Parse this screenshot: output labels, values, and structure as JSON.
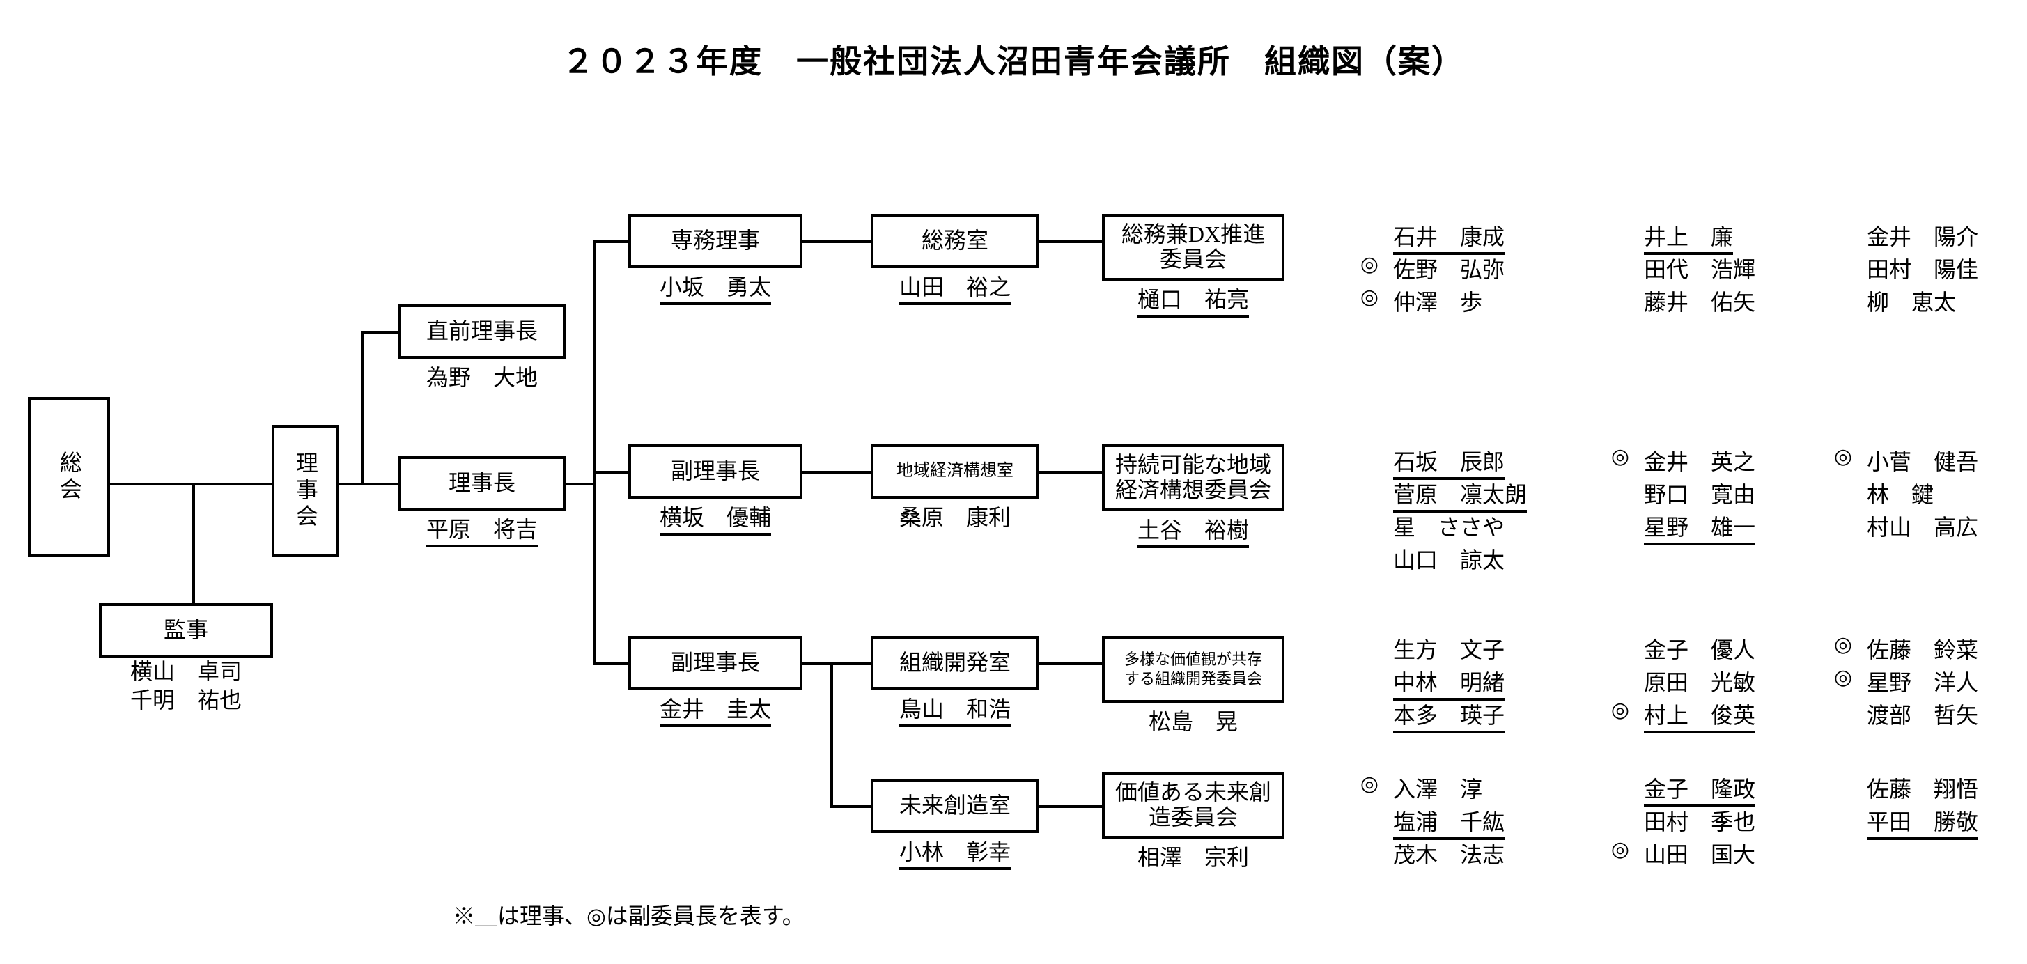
{
  "title": "２０２３年度　一般社団法人沼田青年会議所　組織図（案）",
  "footnote": "※＿は理事、◎は副委員長を表す。",
  "boxes": {
    "soukai": {
      "label": "総会"
    },
    "rijikai": {
      "label": "理事会"
    },
    "kanji": {
      "label": "監事",
      "members": [
        "横山　卓司",
        "千明　祐也"
      ]
    },
    "chokuzen": {
      "label": "直前理事長",
      "person": "為野　大地",
      "underline": false
    },
    "rijicho": {
      "label": "理事長",
      "person": "平原　将吉",
      "underline": true
    },
    "senmu": {
      "label": "専務理事",
      "person": "小坂　勇太",
      "underline": true
    },
    "soumushitsu": {
      "label": "総務室",
      "person": "山田　裕之",
      "underline": true
    },
    "soumu_iinkai": {
      "line1": "総務兼DX推進",
      "line2": "委員会",
      "person": "樋口　祐亮",
      "underline": true
    },
    "fukuriji1": {
      "label": "副理事長",
      "person": "横坂　優輔",
      "underline": true
    },
    "chiiki_shitsu": {
      "label": "地域経済構想室",
      "person": "桑原　康利",
      "underline": false
    },
    "jizoku_iinkai": {
      "line1": "持続可能な地域",
      "line2": "経済構想委員会",
      "person": "土谷　裕樹",
      "underline": true
    },
    "fukuriji2": {
      "label": "副理事長",
      "person": "金井　圭太",
      "underline": true
    },
    "soshiki_shitsu": {
      "label": "組織開発室",
      "person": "鳥山　和浩",
      "underline": true
    },
    "tayou_iinkai": {
      "line1": "多様な価値観が共存",
      "line2": "する組織開発委員会",
      "person": "松島　晃",
      "underline": false
    },
    "mirai_shitsu": {
      "label": "未来創造室",
      "person": "小林　彰幸",
      "underline": true
    },
    "kachi_iinkai": {
      "line1": "価値ある未来創",
      "line2": "造委員会",
      "person": "相澤　宗利",
      "underline": false
    }
  },
  "rosters": {
    "row1": {
      "col1": [
        {
          "mark": "",
          "name": "石井　康成",
          "underline": true
        },
        {
          "mark": "◎",
          "name": "佐野　弘弥",
          "underline": false
        },
        {
          "mark": "◎",
          "name": "仲澤　歩",
          "underline": false
        }
      ],
      "col2": [
        {
          "mark": "",
          "name": "井上　廉",
          "underline": true
        },
        {
          "mark": "",
          "name": "田代　浩輝",
          "underline": false
        },
        {
          "mark": "",
          "name": "藤井　佑矢",
          "underline": false
        }
      ],
      "col3": [
        {
          "mark": "",
          "name": "金井　陽介",
          "underline": false
        },
        {
          "mark": "",
          "name": "田村　陽佳",
          "underline": false
        },
        {
          "mark": "",
          "name": "柳　恵太",
          "underline": false
        }
      ]
    },
    "row2": {
      "col1": [
        {
          "mark": "",
          "name": "石坂　辰郎",
          "underline": true
        },
        {
          "mark": "",
          "name": "菅原　凛太朗",
          "underline": true
        },
        {
          "mark": "",
          "name": "星　ささや",
          "underline": false
        },
        {
          "mark": "",
          "name": "山口　諒太",
          "underline": false
        }
      ],
      "col2": [
        {
          "mark": "◎",
          "name": "金井　英之",
          "underline": false
        },
        {
          "mark": "",
          "name": "野口　寛由",
          "underline": false
        },
        {
          "mark": "",
          "name": "星野　雄一",
          "underline": true
        }
      ],
      "col3": [
        {
          "mark": "◎",
          "name": "小菅　健吾",
          "underline": false
        },
        {
          "mark": "",
          "name": "林　鍵",
          "underline": false
        },
        {
          "mark": "",
          "name": "村山　高広",
          "underline": false
        }
      ]
    },
    "row3": {
      "col1": [
        {
          "mark": "",
          "name": "生方　文子",
          "underline": false
        },
        {
          "mark": "",
          "name": "中林　明緒",
          "underline": true
        },
        {
          "mark": "",
          "name": "本多　瑛子",
          "underline": true
        }
      ],
      "col2": [
        {
          "mark": "",
          "name": "金子　優人",
          "underline": false
        },
        {
          "mark": "",
          "name": "原田　光敏",
          "underline": false
        },
        {
          "mark": "◎",
          "name": "村上　俊英",
          "underline": true
        }
      ],
      "col3": [
        {
          "mark": "◎",
          "name": "佐藤　鈴菜",
          "underline": false
        },
        {
          "mark": "◎",
          "name": "星野　洋人",
          "underline": false
        },
        {
          "mark": "",
          "name": "渡部　哲矢",
          "underline": false
        }
      ]
    },
    "row4": {
      "col1": [
        {
          "mark": "◎",
          "name": "入澤　淳",
          "underline": false
        },
        {
          "mark": "",
          "name": "塩浦　千紘",
          "underline": true
        },
        {
          "mark": "",
          "name": "茂木　法志",
          "underline": false
        }
      ],
      "col2": [
        {
          "mark": "",
          "name": "金子　隆政",
          "underline": true
        },
        {
          "mark": "",
          "name": "田村　季也",
          "underline": false
        },
        {
          "mark": "◎",
          "name": "山田　国大",
          "underline": false
        }
      ],
      "col3": [
        {
          "mark": "",
          "name": "佐藤　翔悟",
          "underline": false
        },
        {
          "mark": "",
          "name": "平田　勝敬",
          "underline": true
        }
      ]
    }
  }
}
